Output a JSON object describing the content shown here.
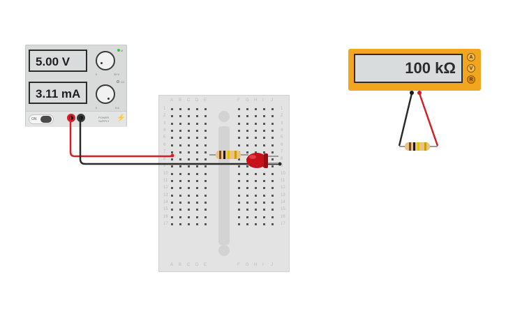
{
  "power_supply": {
    "voltage_display": "5.00 V",
    "current_display": "3.11 mA",
    "voltage_min_label": "0",
    "voltage_max_label": "30 V",
    "current_min_label": "0",
    "current_max_label": "5 A",
    "brand_label": "POWER SUPPLY",
    "switch_label": "ON",
    "indicator_cc_label": "CC"
  },
  "breadboard": {
    "column_letters_left": [
      "A",
      "B",
      "C",
      "D",
      "E"
    ],
    "column_letters_right": [
      "F",
      "G",
      "H",
      "I",
      "J"
    ],
    "row_count": 17
  },
  "multimeter": {
    "display": "100 kΩ",
    "mode_buttons": [
      "A",
      "V",
      "R"
    ],
    "active_mode": "R"
  },
  "colors": {
    "multimeter_body": "#f2a51e",
    "wire_red": "#d31f26",
    "wire_black": "#2a2a2a",
    "led_red": "#c8101a",
    "power_led_green": "#37c837"
  }
}
